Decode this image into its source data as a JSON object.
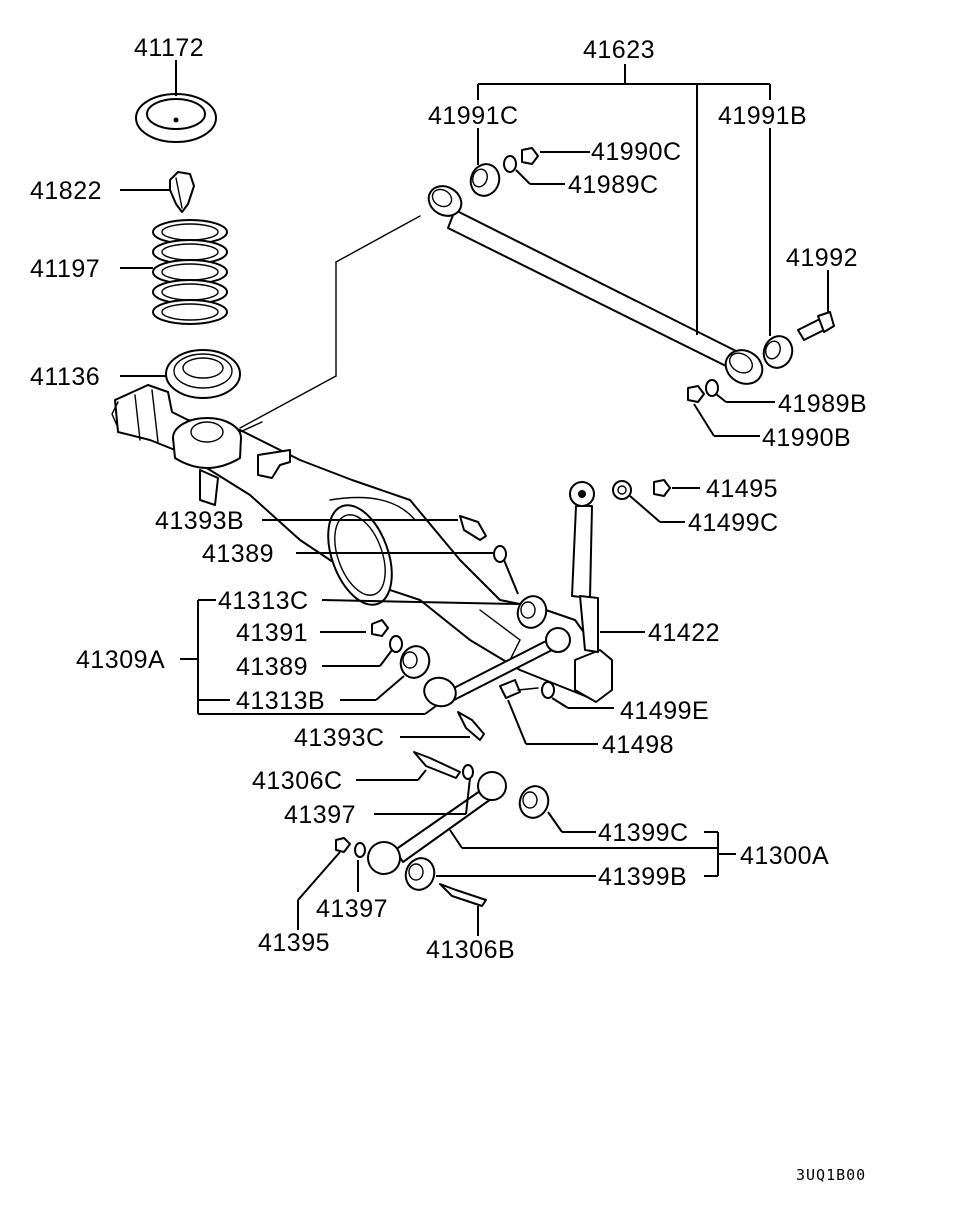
{
  "labels": {
    "l41172": "41172",
    "l41822": "41822",
    "l41197": "41197",
    "l41136": "41136",
    "l41623": "41623",
    "l41991C": "41991C",
    "l41991B": "41991B",
    "l41990C": "41990C",
    "l41989C": "41989C",
    "l41992": "41992",
    "l41989B": "41989B",
    "l41990B": "41990B",
    "l41495": "41495",
    "l41499C": "41499C",
    "l41393B": "41393B",
    "l41389a": "41389",
    "l41313C": "41313C",
    "l41422": "41422",
    "l41391": "41391",
    "l41309A": "41309A",
    "l41389b": "41389",
    "l41313B": "41313B",
    "l41499E": "41499E",
    "l41393C": "41393C",
    "l41498": "41498",
    "l41306C": "41306C",
    "l41397a": "41397",
    "l41399C": "41399C",
    "l41300A": "41300A",
    "l41399B": "41399B",
    "l41397b": "41397",
    "l41395": "41395",
    "l41306B": "41306B"
  },
  "diagram_code": "3UQ1B00"
}
